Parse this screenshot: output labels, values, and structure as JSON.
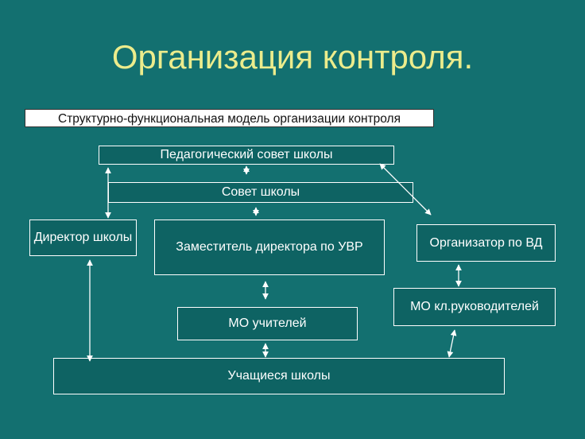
{
  "slide": {
    "title": "Организация контроля.",
    "subtitle": "Структурно-функциональная модель организации контроля"
  },
  "nodes": {
    "ped_council": "Педагогический совет школы",
    "school_council": "Совет школы",
    "director": "Директор школы",
    "deputy_uvr": "Заместитель директора по УВР",
    "organizer_vd": "Организатор по ВД",
    "mo_teachers": "МО учителей",
    "mo_class_leaders": "МО кл.руководителей",
    "students": "Учащиеся школы"
  },
  "colors": {
    "background": "#137070",
    "title": "#ecec8c",
    "node_border": "#ffffff",
    "node_fill": "#0e6363",
    "connector": "#ffffff"
  }
}
